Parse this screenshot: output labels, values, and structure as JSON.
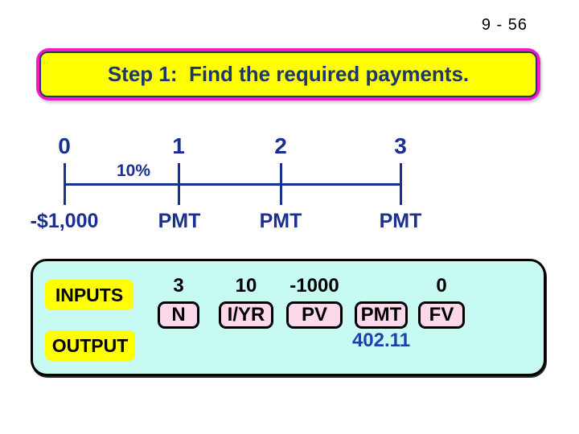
{
  "page_number": "9 - 56",
  "title": "Step 1:  Find the required payments.",
  "colors": {
    "navy_text": "#1A2F90",
    "title_text": "#1C3868",
    "title_border": "#F518C3",
    "title_fill": "#FFFF00",
    "panel_fill": "#C7FAF3",
    "key_fill": "#FBD8EA",
    "output_value": "#1D41A9"
  },
  "timeline": {
    "rate_label": "10%",
    "periods": [
      {
        "time": "0",
        "cashflow": "-$1,000"
      },
      {
        "time": "1",
        "cashflow": "PMT"
      },
      {
        "time": "2",
        "cashflow": "PMT"
      },
      {
        "time": "3",
        "cashflow": "PMT"
      }
    ]
  },
  "calculator": {
    "inputs_label": "INPUTS",
    "output_label": "OUTPUT",
    "keys": [
      {
        "name": "N",
        "input": "3",
        "output": ""
      },
      {
        "name": "I/YR",
        "input": "10",
        "output": ""
      },
      {
        "name": "PV",
        "input": "-1000",
        "output": ""
      },
      {
        "name": "PMT",
        "input": "",
        "output": "402.11"
      },
      {
        "name": "FV",
        "input": "0",
        "output": ""
      }
    ]
  }
}
